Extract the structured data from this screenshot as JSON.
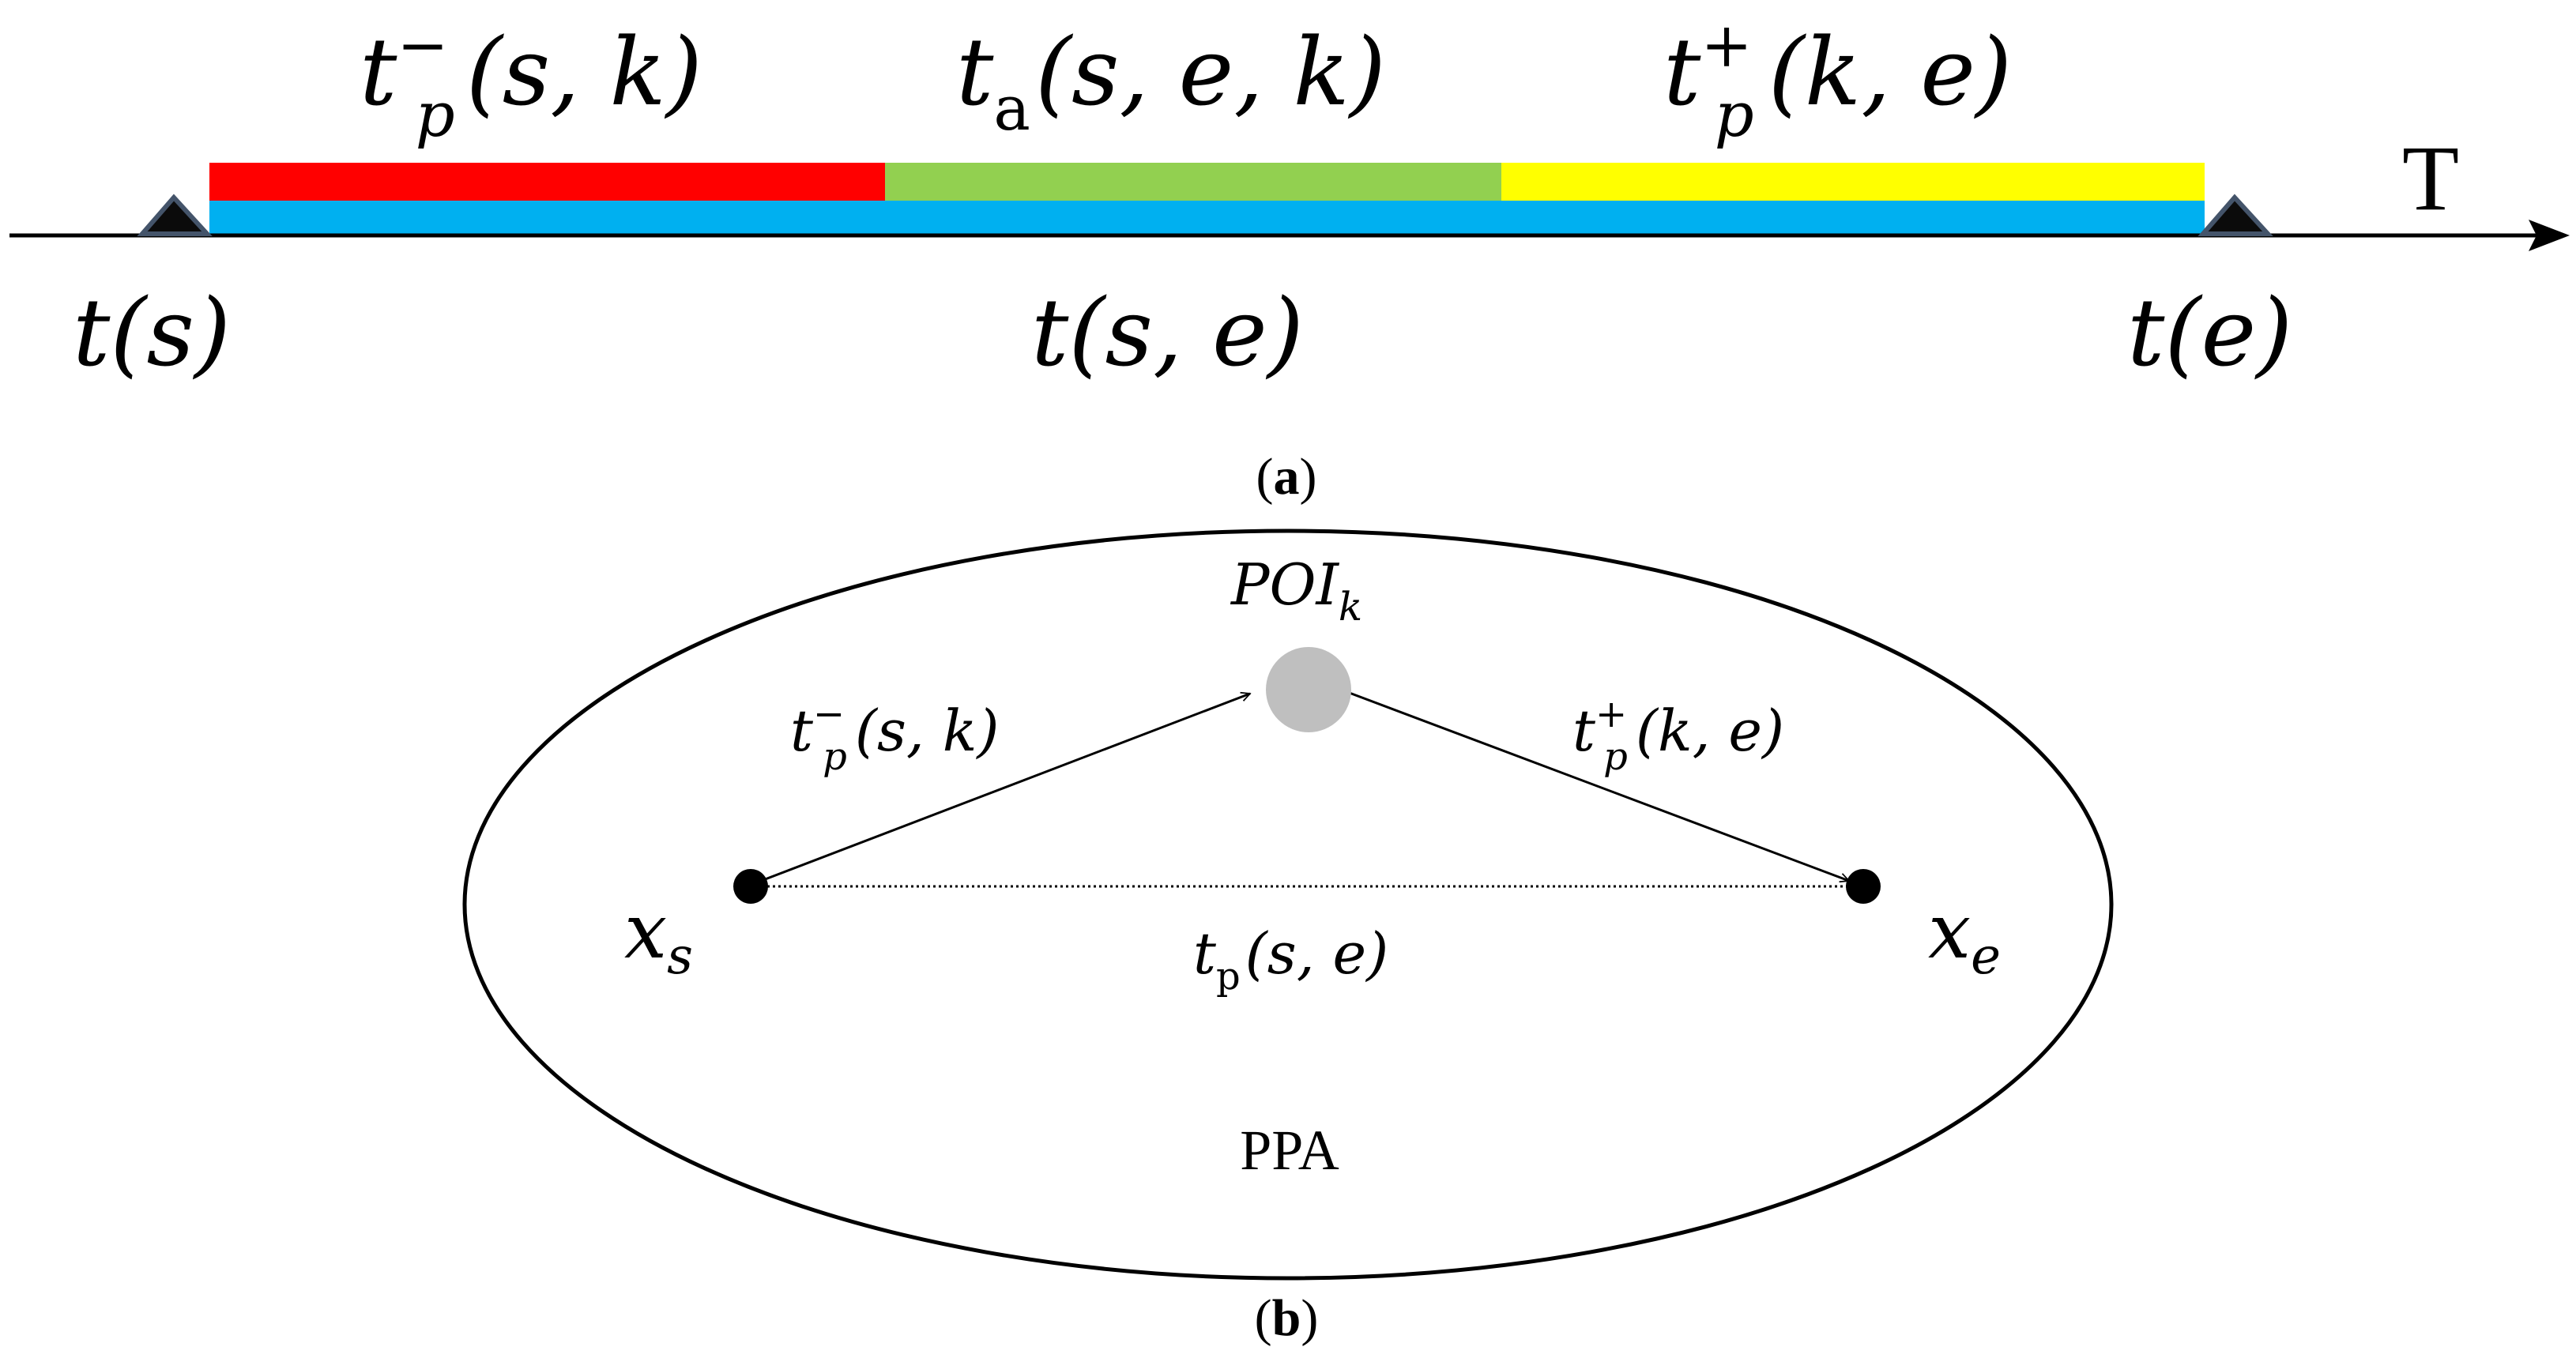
{
  "panel_a": {
    "caption_open": "(",
    "caption_letter": "a",
    "caption_close": ")",
    "axis_label": "T",
    "segments": [
      {
        "t": "t",
        "sup": "−",
        "sub": "p",
        "args": "(s, k)",
        "color": "#ff0000"
      },
      {
        "t": "t",
        "sup": "",
        "sub": "a",
        "args": "(s, e, k)",
        "color": "#92d050"
      },
      {
        "t": "t",
        "sup": "+",
        "sub": "p",
        "args": "(k, e)",
        "color": "#ffff00"
      }
    ],
    "base_bar_color": "#00b0f0",
    "bottom_labels": [
      "t(s)",
      "t(s, e)",
      "t(e)"
    ]
  },
  "panel_b": {
    "caption_open": "(",
    "caption_letter": "b",
    "caption_close": ")",
    "poi": {
      "main": "POI",
      "sub": "k",
      "color": "#bfbfbf"
    },
    "edge_left": {
      "t": "t",
      "sup": "−",
      "sub": "p",
      "args": "(s, k)"
    },
    "edge_right": {
      "t": "t",
      "sup": "+",
      "sub": "p",
      "args": "(k, e)"
    },
    "start": {
      "main": "x",
      "sub": "s"
    },
    "end": {
      "main": "x",
      "sub": "e"
    },
    "direct": {
      "t": "t",
      "sub": "p",
      "args": "(s, e)"
    },
    "region": "PPA"
  }
}
